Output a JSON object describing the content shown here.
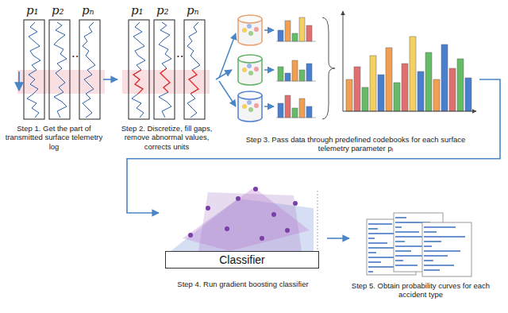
{
  "diagram": {
    "nodes": [
      {
        "text": [
          "Step 1. Get the part of transmitted surface telemetry log"
        ]
      },
      {
        "text": [
          "Step 2. Discretize, fill gaps, remove abnormal values, corrects units"
        ]
      },
      {
        "text": [
          "Step 3. Pass data through predefined codebooks for each surface telemetry parameter pᵢ"
        ]
      },
      {
        "text": [
          "Step 4. Run gradient boosting classifier"
        ]
      },
      {
        "text": [
          "Classifier"
        ],
        "in": 3
      },
      {
        "text": [
          "Step 5. Obtain probability curves for each accident type"
        ]
      }
    ],
    "edges": [
      {
        "from": 0,
        "to": 1,
        "arrow": "to"
      },
      {
        "from": 1,
        "to": 2,
        "arrow": "to"
      },
      {
        "from": 2,
        "to": 3,
        "arrow": "to"
      },
      {
        "from": 3,
        "to": 5,
        "arrow": "to"
      }
    ],
    "labels": [
      "p₁",
      "p₂",
      "..",
      "pₙ",
      "p₁",
      "p₂",
      "..",
      "pₙ"
    ]
  }
}
